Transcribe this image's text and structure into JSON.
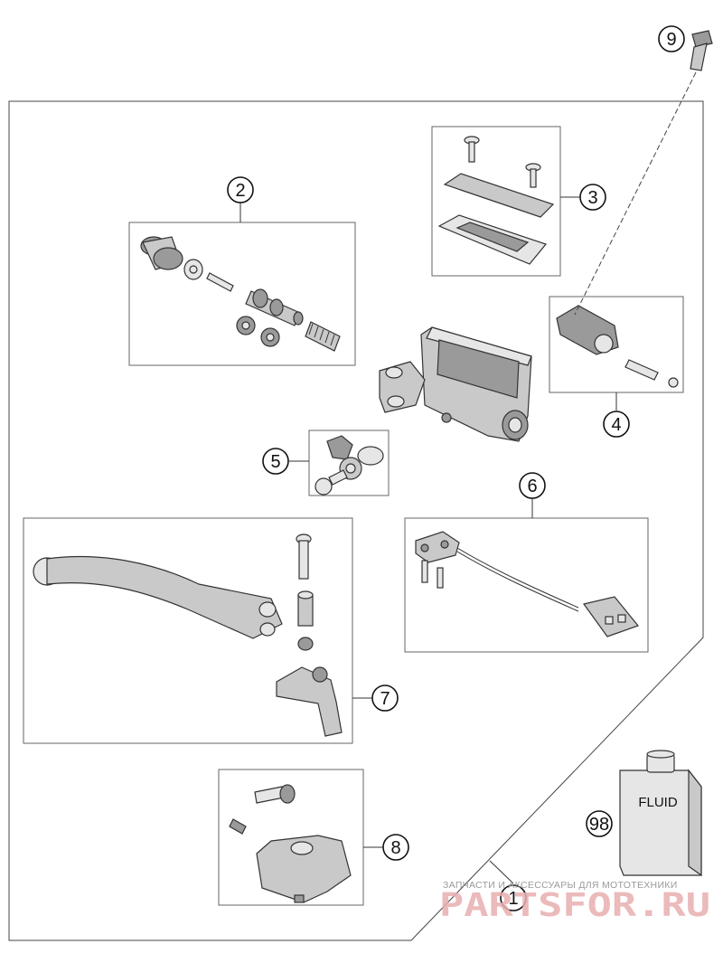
{
  "diagram": {
    "callouts": {
      "c1": "1",
      "c2": "2",
      "c3": "3",
      "c4": "4",
      "c5": "5",
      "c6": "6",
      "c7": "7",
      "c8": "8",
      "c9": "9",
      "c98": "98"
    },
    "fluid_label": "FLUID"
  },
  "watermark": {
    "caption": "ЗАПЧАСТИ И АКСЕССУАРЫ ДЛЯ МОТОТЕХНИКИ",
    "brand": "PARTSFOR.RU"
  },
  "colors": {
    "watermark_brand": "#e8aeb0",
    "line": "#333333"
  }
}
